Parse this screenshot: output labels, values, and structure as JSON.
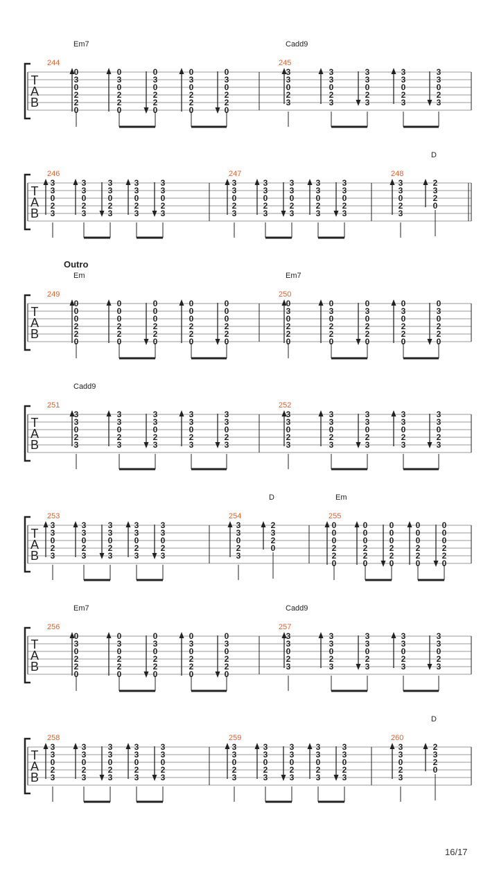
{
  "page_number": "16/17",
  "systems": [
    {
      "section": "",
      "measures": [
        {
          "number": "244",
          "chord": "Em7",
          "frets": [
            "0",
            "3",
            "0",
            "2",
            "2",
            "0"
          ],
          "pattern": "A"
        },
        {
          "number": "245",
          "chord": "Cadd9",
          "frets": [
            "3",
            "3",
            "0",
            "2",
            "3"
          ],
          "pattern": "A"
        }
      ]
    },
    {
      "section": "",
      "measures": [
        {
          "number": "246",
          "chord": "",
          "frets": [
            "3",
            "3",
            "0",
            "2",
            "3"
          ],
          "pattern": "B"
        },
        {
          "number": "247",
          "chord": "",
          "frets": [
            "3",
            "3",
            "0",
            "2",
            "3"
          ],
          "pattern": "B"
        },
        {
          "number": "248",
          "chord": "D",
          "frets": [
            "3",
            "3",
            "0",
            "2",
            "3"
          ],
          "frets2": [
            "2",
            "3",
            "2",
            "0"
          ],
          "pattern": "C",
          "final": true
        }
      ]
    },
    {
      "section": "Outro",
      "measures": [
        {
          "number": "249",
          "chord": "Em",
          "frets": [
            "0",
            "0",
            "0",
            "2",
            "2",
            "0"
          ],
          "pattern": "A"
        },
        {
          "number": "250",
          "chord": "Em7",
          "frets": [
            "0",
            "3",
            "0",
            "2",
            "2",
            "0"
          ],
          "pattern": "A"
        }
      ]
    },
    {
      "section": "",
      "measures": [
        {
          "number": "251",
          "chord": "Cadd9",
          "frets": [
            "3",
            "3",
            "0",
            "2",
            "3"
          ],
          "pattern": "A"
        },
        {
          "number": "252",
          "chord": "",
          "frets": [
            "3",
            "3",
            "0",
            "2",
            "3"
          ],
          "pattern": "A"
        }
      ]
    },
    {
      "section": "",
      "measures": [
        {
          "number": "253",
          "chord": "",
          "frets": [
            "3",
            "3",
            "0",
            "2",
            "3"
          ],
          "pattern": "B"
        },
        {
          "number": "254",
          "chord": "D",
          "frets": [
            "3",
            "3",
            "0",
            "2",
            "3"
          ],
          "frets2": [
            "2",
            "3",
            "2",
            "0"
          ],
          "pattern": "C"
        },
        {
          "number": "255",
          "chord": "Em",
          "frets": [
            "0",
            "0",
            "0",
            "2",
            "2",
            "0"
          ],
          "pattern": "B"
        }
      ]
    },
    {
      "section": "",
      "measures": [
        {
          "number": "256",
          "chord": "Em7",
          "frets": [
            "0",
            "3",
            "0",
            "2",
            "2",
            "0"
          ],
          "pattern": "A"
        },
        {
          "number": "257",
          "chord": "Cadd9",
          "frets": [
            "3",
            "3",
            "0",
            "2",
            "3"
          ],
          "pattern": "A"
        }
      ]
    },
    {
      "section": "",
      "measures": [
        {
          "number": "258",
          "chord": "",
          "frets": [
            "3",
            "3",
            "0",
            "2",
            "3"
          ],
          "pattern": "B"
        },
        {
          "number": "259",
          "chord": "",
          "frets": [
            "3",
            "3",
            "0",
            "2",
            "3"
          ],
          "pattern": "B"
        },
        {
          "number": "260",
          "chord": "D",
          "frets": [
            "3",
            "3",
            "0",
            "2",
            "3"
          ],
          "frets2": [
            "2",
            "3",
            "2",
            "0"
          ],
          "pattern": "C"
        }
      ]
    }
  ],
  "clef_letters": [
    "T",
    "A",
    "B"
  ],
  "colors": {
    "measure_number": "#e0602a",
    "staff_line": "#9a9a9a",
    "ink": "#222222"
  }
}
